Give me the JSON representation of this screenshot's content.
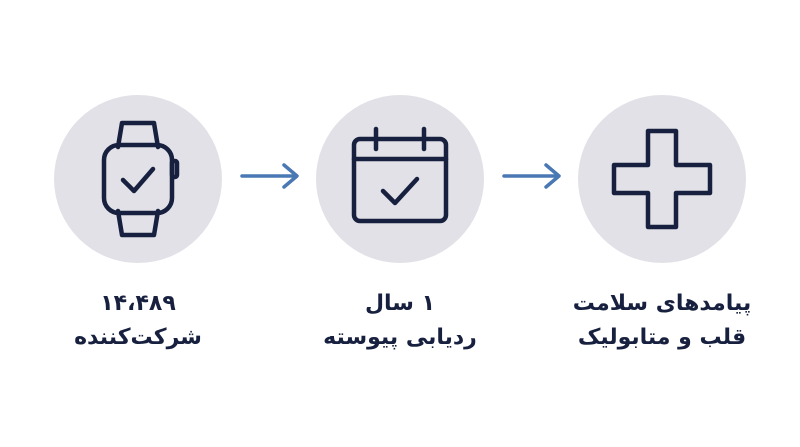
{
  "steps": [
    {
      "icon": "smartwatch-check-icon",
      "line1": "۱۴،۴۸۹",
      "line2": "شرکت‌کننده"
    },
    {
      "icon": "calendar-check-icon",
      "line1": "۱ سال",
      "line2": "ردیابی پیوسته"
    },
    {
      "icon": "medical-cross-icon",
      "line1": "پیامدهای سلامت",
      "line2": "قلب و متابولیک"
    }
  ],
  "colors": {
    "circle": "#e1e1e7",
    "icon_stroke": "#17213f",
    "arrow": "#4a78b4",
    "text": "#17213f"
  }
}
